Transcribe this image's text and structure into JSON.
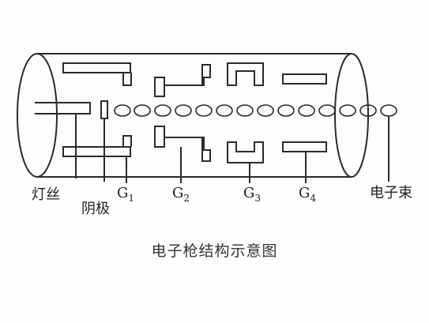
{
  "labels": {
    "filament": "灯丝",
    "cathode": "阴极",
    "g1": "G",
    "g1_sub": "1",
    "g2": "G",
    "g2_sub": "2",
    "g3": "G",
    "g3_sub": "3",
    "g4": "G",
    "g4_sub": "4",
    "beam": "电子束"
  },
  "caption": "电子枪结构示意图",
  "colors": {
    "line": "#2a2a2a",
    "background": "#fdfdfb"
  }
}
